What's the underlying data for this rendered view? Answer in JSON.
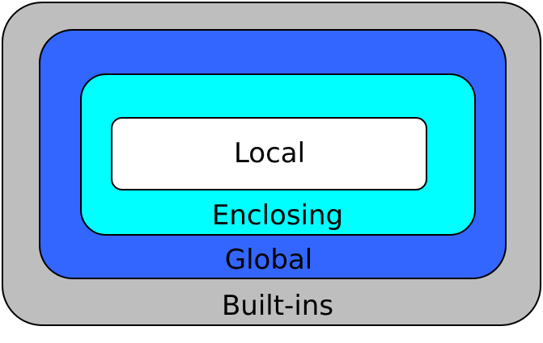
{
  "scopes": {
    "builtins": {
      "label": "Built-ins",
      "color": "#bebebe"
    },
    "global": {
      "label": "Global",
      "color": "#3366ff"
    },
    "enclosing": {
      "label": "Enclosing",
      "color": "#00ffff"
    },
    "local": {
      "label": "Local",
      "color": "#ffffff"
    }
  }
}
